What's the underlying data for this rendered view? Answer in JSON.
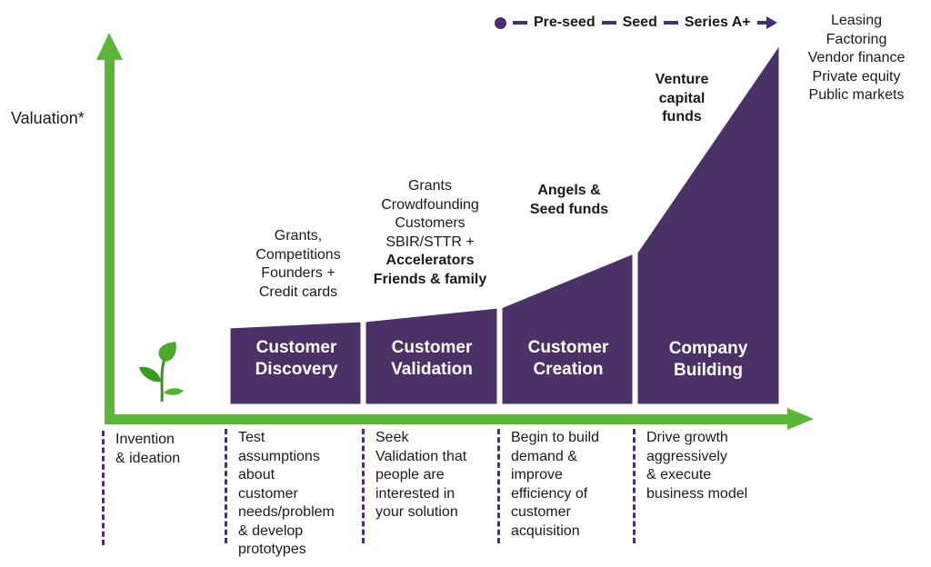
{
  "axes": {
    "y_label": "Valuation*",
    "axis_color": "#5db53a"
  },
  "colors": {
    "stage_fill": "#4a3166",
    "stage_text": "#ffffff",
    "divider": "#4a2e72",
    "sprout": "#4ea82b"
  },
  "legend": {
    "items": [
      "Pre-seed",
      "Seed",
      "Series A+"
    ]
  },
  "funding_sources": {
    "late_stage": [
      "Leasing",
      "Factoring",
      "Vendor finance",
      "Private equity",
      "Public markets"
    ],
    "venture_capital": [
      "Venture",
      "capital",
      "funds"
    ],
    "angels": [
      "Angels &",
      "Seed funds"
    ],
    "validation": {
      "regular": [
        "Grants",
        "Crowdfounding",
        "Customers",
        "SBIR/STTR +"
      ],
      "bold": [
        "Accelerators",
        "Friends & family"
      ]
    },
    "discovery": [
      "Grants,",
      "Competitions",
      "Founders +",
      "Credit cards"
    ]
  },
  "stages": [
    {
      "title": [
        "Customer",
        "Discovery"
      ],
      "relative_height_start": 0.17,
      "relative_height_end": 0.19
    },
    {
      "title": [
        "Customer",
        "Validation"
      ],
      "relative_height_start": 0.19,
      "relative_height_end": 0.22
    },
    {
      "title": [
        "Customer",
        "Creation"
      ],
      "relative_height_start": 0.22,
      "relative_height_end": 0.45
    },
    {
      "title": [
        "Company",
        "Building"
      ],
      "relative_height_start": 0.45,
      "relative_height_end": 1.0
    }
  ],
  "descriptions": [
    {
      "lines": [
        "Invention",
        "& ideation"
      ]
    },
    {
      "lines": [
        "Test",
        "assumptions",
        "about",
        "customer",
        "needs/problem",
        "& develop",
        "prototypes"
      ]
    },
    {
      "lines": [
        "Seek",
        "Validation that",
        "people are",
        "interested in",
        "your solution"
      ]
    },
    {
      "lines": [
        "Begin to build",
        "demand &",
        "improve",
        "efficiency of",
        "customer",
        "acquisition"
      ]
    },
    {
      "lines": [
        "Drive growth",
        "aggressively",
        "& execute",
        "business model"
      ]
    }
  ]
}
